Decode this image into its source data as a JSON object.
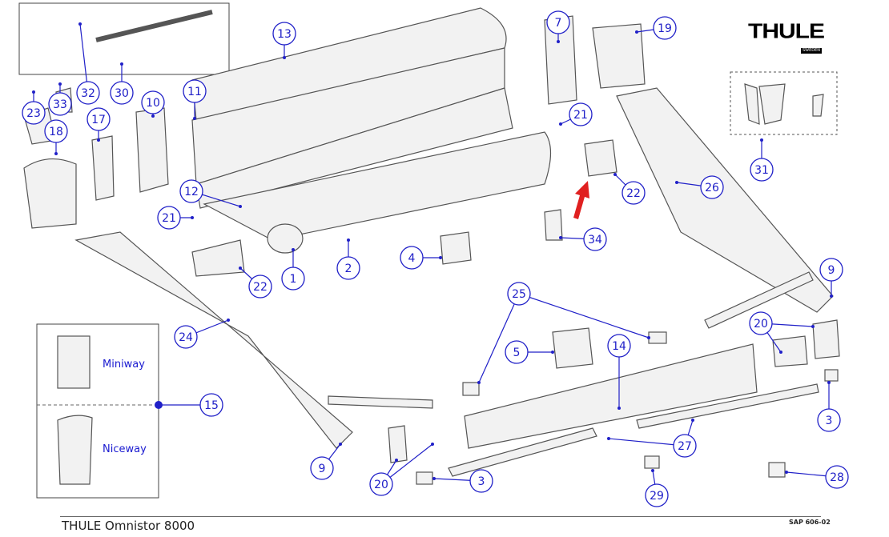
{
  "brand": {
    "logo": "THULE",
    "logo_sub": "SWEDEN"
  },
  "callouts": [
    "13",
    "19",
    "7",
    "23",
    "33",
    "32",
    "30",
    "10",
    "11",
    "17",
    "18",
    "21",
    "12",
    "21",
    "22",
    "26",
    "31",
    "34",
    "4",
    "2",
    "1",
    "22",
    "9",
    "25",
    "20",
    "14",
    "5",
    "24",
    "15",
    "27",
    "3",
    "9",
    "20",
    "3",
    "29",
    "28"
  ],
  "remote": {
    "top_label": "Miniway",
    "bottom_label": "Niceway"
  },
  "footer": {
    "title": "THULE Omnistor 8000",
    "code": "SAP 606-02"
  },
  "colors": {
    "callout": "#2020c8",
    "arrow": "#e02020",
    "part": "#555555"
  }
}
